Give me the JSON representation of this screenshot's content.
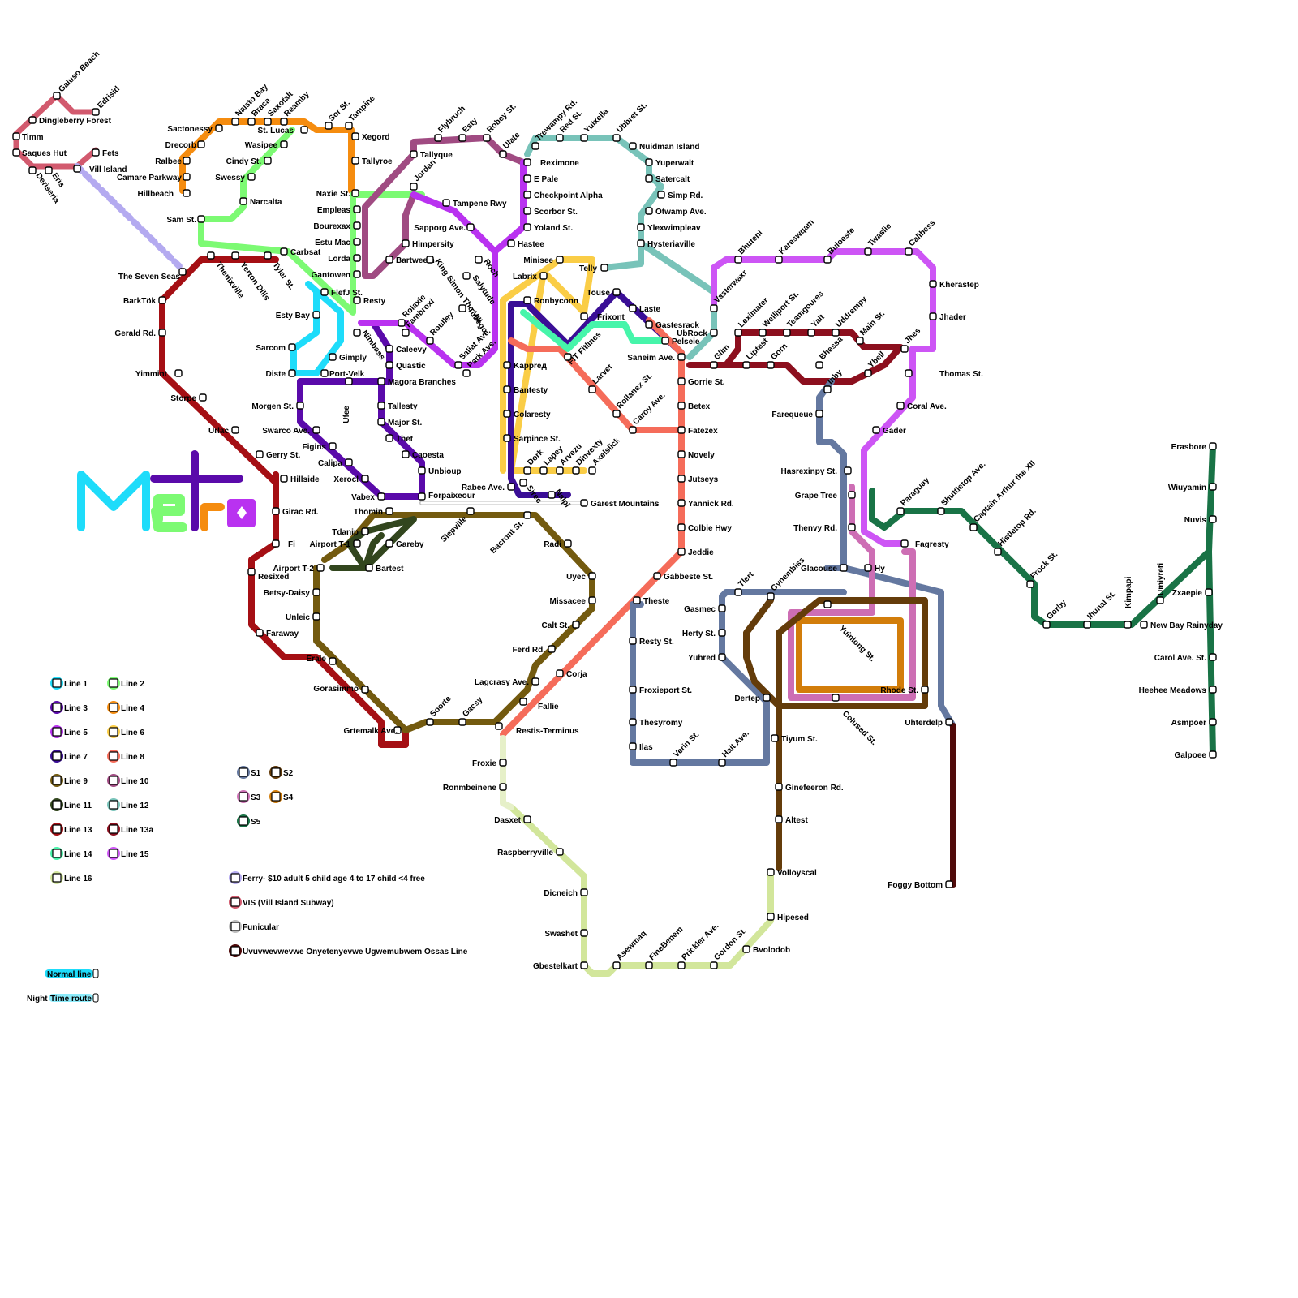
{
  "title_letters": [
    "M",
    "e",
    "t",
    "r",
    "o"
  ],
  "colors": {
    "line1": "#1EDCFA",
    "line2": "#7CFA73",
    "line3": "#5A0AAA",
    "line4": "#F58C0F",
    "line5": "#B932F0",
    "line6": "#FACD46",
    "line7": "#3A0E96",
    "line8": "#F56C5A",
    "line9": "#735A0F",
    "line10": "#A04B82",
    "line11": "#32461E",
    "line12": "#78C3B9",
    "line13": "#A50F14",
    "line13a": "#8C0F1E",
    "line14": "#46F5AA",
    "line15": "#CD55F5",
    "line16": "#D2E69B",
    "s1": "#6478A0",
    "s2": "#643C0A",
    "s3": "#CD6EB4",
    "s4": "#D27D0A",
    "s5": "#197346",
    "ferry": "#B4AAF0",
    "vis": "#D25A6E",
    "funicular": "#BEBEBE",
    "ossas": "#500A0A",
    "pale16": "#E6F0C8"
  },
  "legend": {
    "lines": [
      "Line 1",
      "Line 2",
      "Line 3",
      "Line 4",
      "Line 5",
      "Line 6",
      "Line 7",
      "Line 8",
      "Line 9",
      "Line 10",
      "Line 11",
      "Line 12",
      "Line 13",
      "Line 13a",
      "Line 14",
      "Line 15",
      "Line 16"
    ],
    "services": [
      "S1",
      "S2",
      "S3",
      "S4",
      "S5"
    ],
    "special": [
      "Ferry- $10 adult 5 child age 4 to 17 child <4 free",
      "VIS (Vill Island Subway)",
      "Funicular",
      "Uvuvwevwevwe Onyetenyevwe Ugwemubwem Ossas Line"
    ],
    "normal_line": "Normal line",
    "night_prefix": "Night",
    "night_route": "Time route"
  },
  "stations": [
    "Galuso Beach",
    "Edrisid",
    "Dingleberry Forest",
    "Timm",
    "Saques Hut",
    "Fets",
    "Vill Island",
    "Deriseria",
    "Eris",
    "Sactonessy",
    "Naisto Bay",
    "Braca",
    "Saxofalt",
    "Reamby",
    "Drecorb",
    "Ralbee",
    "Camare Parkway",
    "Hillbeach",
    "St. Lucas",
    "Sor St.",
    "Tampine",
    "Xegord",
    "Tallyroe",
    "Naxie St.",
    "Wasipee",
    "Cindy St.",
    "Swessy",
    "Narcalta",
    "Sam St.",
    "Carbsat",
    "The Seven Seas",
    "Thenixville",
    "Yerton Dills",
    "Tyler St.",
    "BarkTök",
    "Gerald Rd.",
    "Yimmint",
    "Storpe",
    "Urlac",
    "Gerry St.",
    "Hillside",
    "Girac Rd.",
    "Fi",
    "Resixed",
    "Faraway",
    "Erale",
    "Gorasimmo",
    "Grtemalk Ave.",
    "Empleas",
    "Bourexax",
    "Estu Mac",
    "Lorda",
    "Gantowen",
    "FlefJ St.",
    "Resty",
    "Nimbass",
    "Esty Bay",
    "Sarcom",
    "Gimply",
    "Diste",
    "Port-Velk",
    "Flybruch",
    "Esty",
    "Robey St.",
    "Ulate",
    "Tallyque",
    "Jordan",
    "Tampene Rwy",
    "Sapporg Ave.",
    "Himpersity",
    "Bartweem",
    "Rolaxie",
    "Fambroxi",
    "Roulley",
    "Caleevy",
    "Quastic",
    "Magora Branches",
    "Ufee",
    "Morgen St.",
    "Tallesty",
    "Major St.",
    "Thet",
    "Swarco Ave.",
    "Figins",
    "Calipa",
    "Xerocl",
    "Caoesta",
    "Unbioup",
    "Vabex",
    "Forpaixeour",
    "King Simon The VIII",
    "Tubego",
    "Salytude",
    "Roch",
    "Saliat Ave.",
    "Park Ave.",
    "Trewampy Rd.",
    "Red St.",
    "Yuixella",
    "Ubbret St.",
    "Reximone",
    "E Pale",
    "Checkpoint Alpha",
    "Scorbor St.",
    "Yoland St.",
    "Hastee",
    "Nuidman Island",
    "Yuperwalt",
    "Satercalt",
    "Simp Rd.",
    "Otwamp Ave.",
    "Ylexwimpleav",
    "Hysteriaville",
    "Minisee",
    "Labrix",
    "Telly",
    "Ronbyconn",
    "Touse",
    "Frixont",
    "Laste",
    "Gastesrack",
    "Pelseie",
    "UbRock",
    "Saneim Ave.",
    "FIT Fitlines",
    "Kapprед",
    "Bantesty",
    "Colaresty",
    "Sarpince St.",
    "Dork",
    "Lapey",
    "Arvezu",
    "Dinvexty",
    "Axelslick",
    "Sirec",
    "Nalpi",
    "Rabec Ave.",
    "Garest Mountains",
    "Larvet",
    "Rollanex St.",
    "Caroy Ave.",
    "Gorrie St.",
    "Betex",
    "Fatezex",
    "Novely",
    "Jutseys",
    "Yannick Rd.",
    "Colbie Hwy",
    "Jeddie",
    "Gabbeste St.",
    "Vasterwaxr",
    "Bhuteni",
    "Kareswqam",
    "Buloeste",
    "Twaslie",
    "Calibess",
    "Kherastep",
    "Jhader",
    "Jhes",
    "Thomas St.",
    "Coral Ave.",
    "Gader",
    "Fagresty",
    "Hy",
    "Glim",
    "Leximater",
    "Welliport St.",
    "Teamgoures",
    "Yalt",
    "Uddrempy",
    "Main St.",
    "Liptest",
    "Gorn",
    "Bhessa",
    "Inby",
    "Ybell",
    "Farequeue",
    "Hasrexinpy St.",
    "Grape Tree",
    "Thenvy Rd.",
    "Glacouse",
    "Yuinlong St.",
    "Rhode St.",
    "Colused St.",
    "Uhterdelp",
    "Foggy Bottom",
    "Tlert",
    "Gynembiss",
    "Gasmec",
    "Herty St.",
    "Yuhred",
    "Dertep",
    "Theste",
    "Resty St.",
    "Froxieport St.",
    "Thesyromy",
    "Ilas",
    "Verin St.",
    "Hait Ave.",
    "Tiyum St.",
    "Ginefeeron Rd.",
    "Altest",
    "Volloyscal",
    "Paraguay",
    "Shuttletop Ave.",
    "Captain Arthur the XII",
    "Histletop Rd.",
    "Frock St.",
    "Gorby",
    "Ihunal St.",
    "Kimpapi",
    "New Bay Rainyday",
    "Umiyreti",
    "Zxaepie",
    "Erasbore",
    "Wiuyamin",
    "Nuvis",
    "Carol Ave. St.",
    "Heehee Meadows",
    "Asmpoer",
    "Galpoee",
    "Thomin",
    "Tdanip",
    "Airport T-1",
    "Gareby",
    "Airport T-2",
    "Bartest",
    "Betsy-Daisy",
    "Unleic",
    "Slepville",
    "Bacront St.",
    "Radi",
    "Uyec",
    "Missacee",
    "Calt St.",
    "Ferd Rd.",
    "Lagcrasy Ave.",
    "Corja",
    "Fallie",
    "Restis-Terminus",
    "Soorte",
    "Gacsy",
    "Froxie",
    "Ronmbeinene",
    "Dasxet",
    "Raspberryville",
    "Dicneich",
    "Swashet",
    "Gbestelkart",
    "Asewmaq",
    "FineBenem",
    "Prickler Ave.",
    "Gordon St.",
    "Bvolodob",
    "Hipesed"
  ]
}
